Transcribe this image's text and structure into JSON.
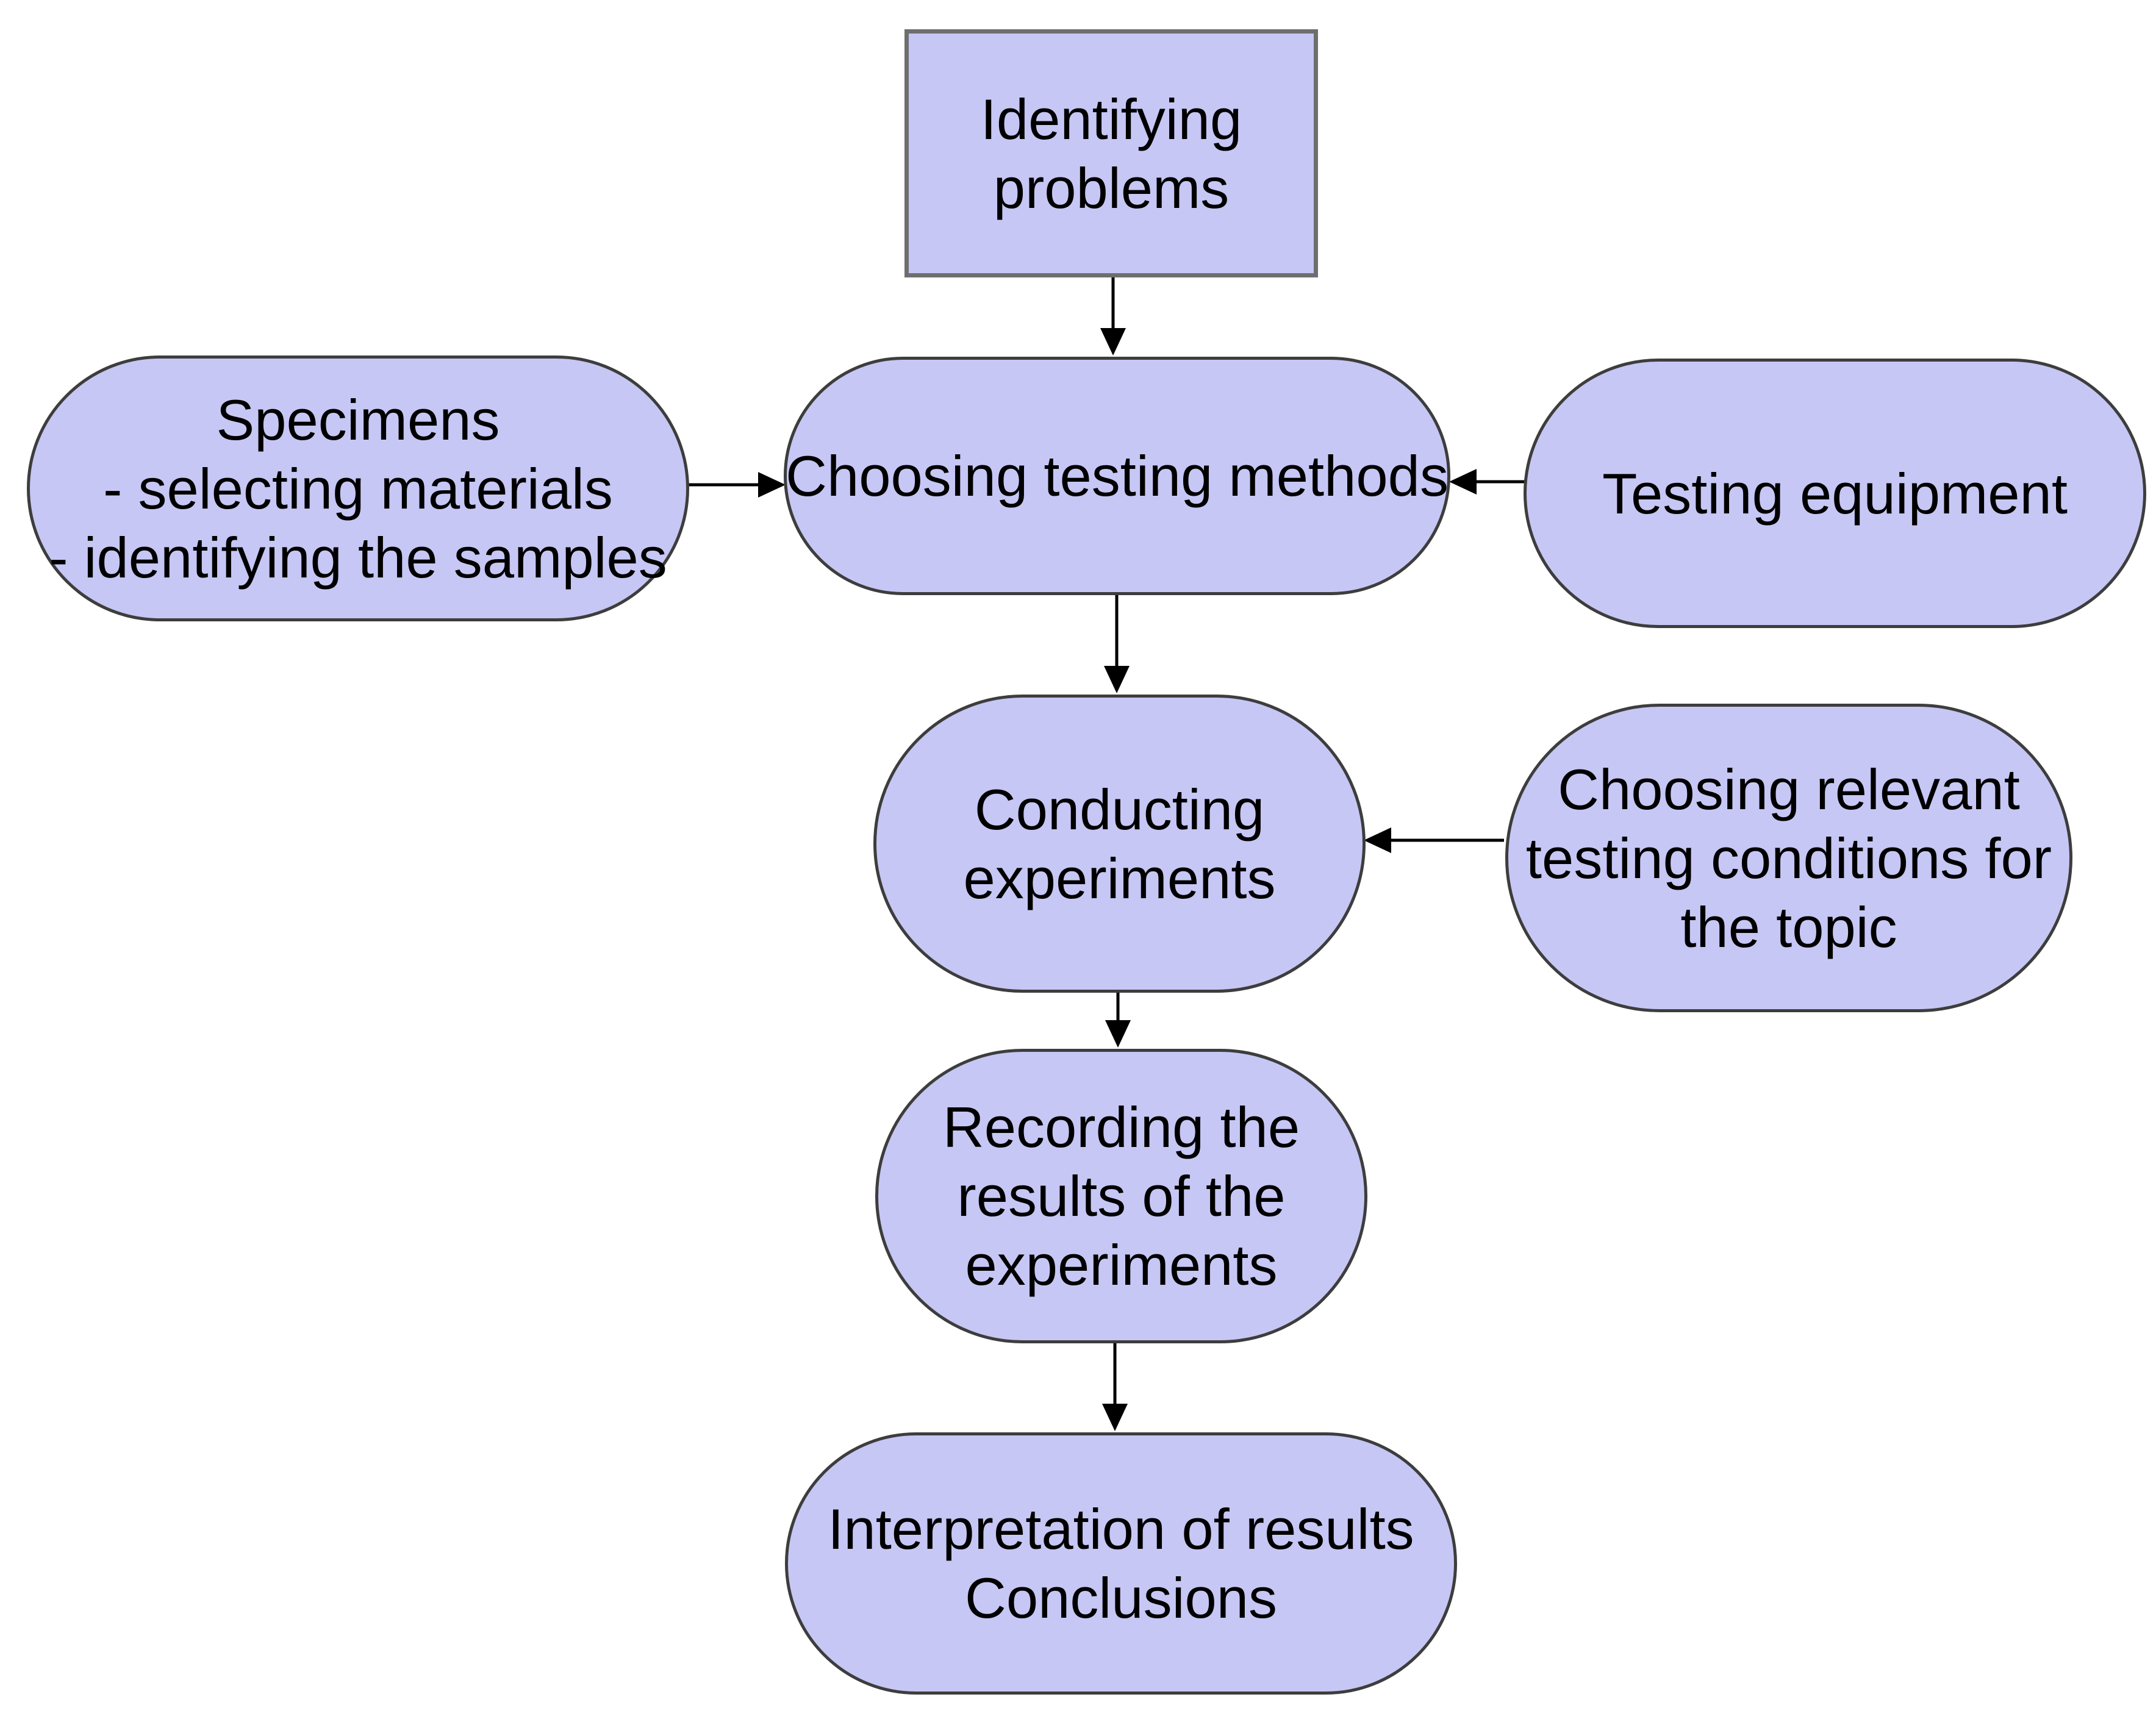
{
  "diagram": {
    "colors": {
      "background": "#ffffff",
      "node_fill": "#c7c7f5",
      "rect_border": "#6e6e6e",
      "stadium_border": "#3d3d3d",
      "arrow": "#000000",
      "text": "#000000"
    },
    "nodes": [
      {
        "id": "identifying-problems",
        "shape": "rectangle",
        "lines": [
          "Identifying",
          "problems"
        ]
      },
      {
        "id": "specimens",
        "shape": "stadium",
        "lines": [
          "Specimens",
          "- selecting materials",
          "- identifying the samples"
        ]
      },
      {
        "id": "choosing-testing-methods",
        "shape": "stadium",
        "lines": [
          "Choosing testing methods"
        ]
      },
      {
        "id": "testing-equipment",
        "shape": "stadium",
        "lines": [
          "Testing equipment"
        ]
      },
      {
        "id": "conducting-experiments",
        "shape": "stadium",
        "lines": [
          "Conducting",
          "experiments"
        ]
      },
      {
        "id": "choosing-relevant-conditions",
        "shape": "stadium",
        "lines": [
          "Choosing relevant",
          "testing conditions for",
          "the topic"
        ]
      },
      {
        "id": "recording-results",
        "shape": "stadium",
        "lines": [
          "Recording the",
          "results of the",
          "experiments"
        ]
      },
      {
        "id": "interpretation-conclusions",
        "shape": "stadium",
        "lines": [
          "Interpretation of results",
          "Conclusions"
        ]
      }
    ],
    "edges": [
      {
        "from": "identifying-problems",
        "to": "choosing-testing-methods",
        "direction": "down"
      },
      {
        "from": "specimens",
        "to": "choosing-testing-methods",
        "direction": "right"
      },
      {
        "from": "testing-equipment",
        "to": "choosing-testing-methods",
        "direction": "left"
      },
      {
        "from": "choosing-testing-methods",
        "to": "conducting-experiments",
        "direction": "down"
      },
      {
        "from": "choosing-relevant-conditions",
        "to": "conducting-experiments",
        "direction": "left"
      },
      {
        "from": "conducting-experiments",
        "to": "recording-results",
        "direction": "down"
      },
      {
        "from": "recording-results",
        "to": "interpretation-conclusions",
        "direction": "down"
      }
    ]
  }
}
